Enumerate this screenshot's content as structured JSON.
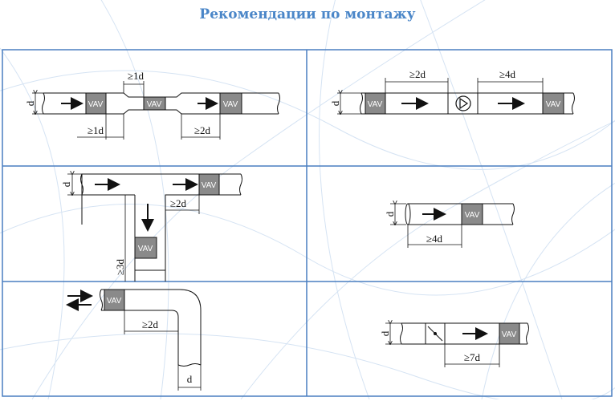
{
  "title": "Рекомендации по монтажу",
  "colors": {
    "title": "#4a86c8",
    "border": "#4a7fc0",
    "vav_fill": "#8a8a8a",
    "bg_lines": "#d5e3f3"
  },
  "unit_label": "VAV",
  "panels": [
    {
      "id": "reduction",
      "diameter": "d",
      "dims": [
        "≥1d",
        "≥1d",
        "≥2d"
      ]
    },
    {
      "id": "fan",
      "diameter": "d",
      "dims": [
        "≥2d",
        "≥4d"
      ]
    },
    {
      "id": "tee",
      "diameter": "d",
      "dims": [
        "≥3d",
        "≥2d"
      ]
    },
    {
      "id": "open-inlet",
      "diameter": "d",
      "dims": [
        "≥4d"
      ]
    },
    {
      "id": "elbow",
      "diameter": "d",
      "dims": [
        "≥2d"
      ]
    },
    {
      "id": "damper",
      "diameter": "d",
      "dims": [
        "≥7d"
      ]
    }
  ]
}
